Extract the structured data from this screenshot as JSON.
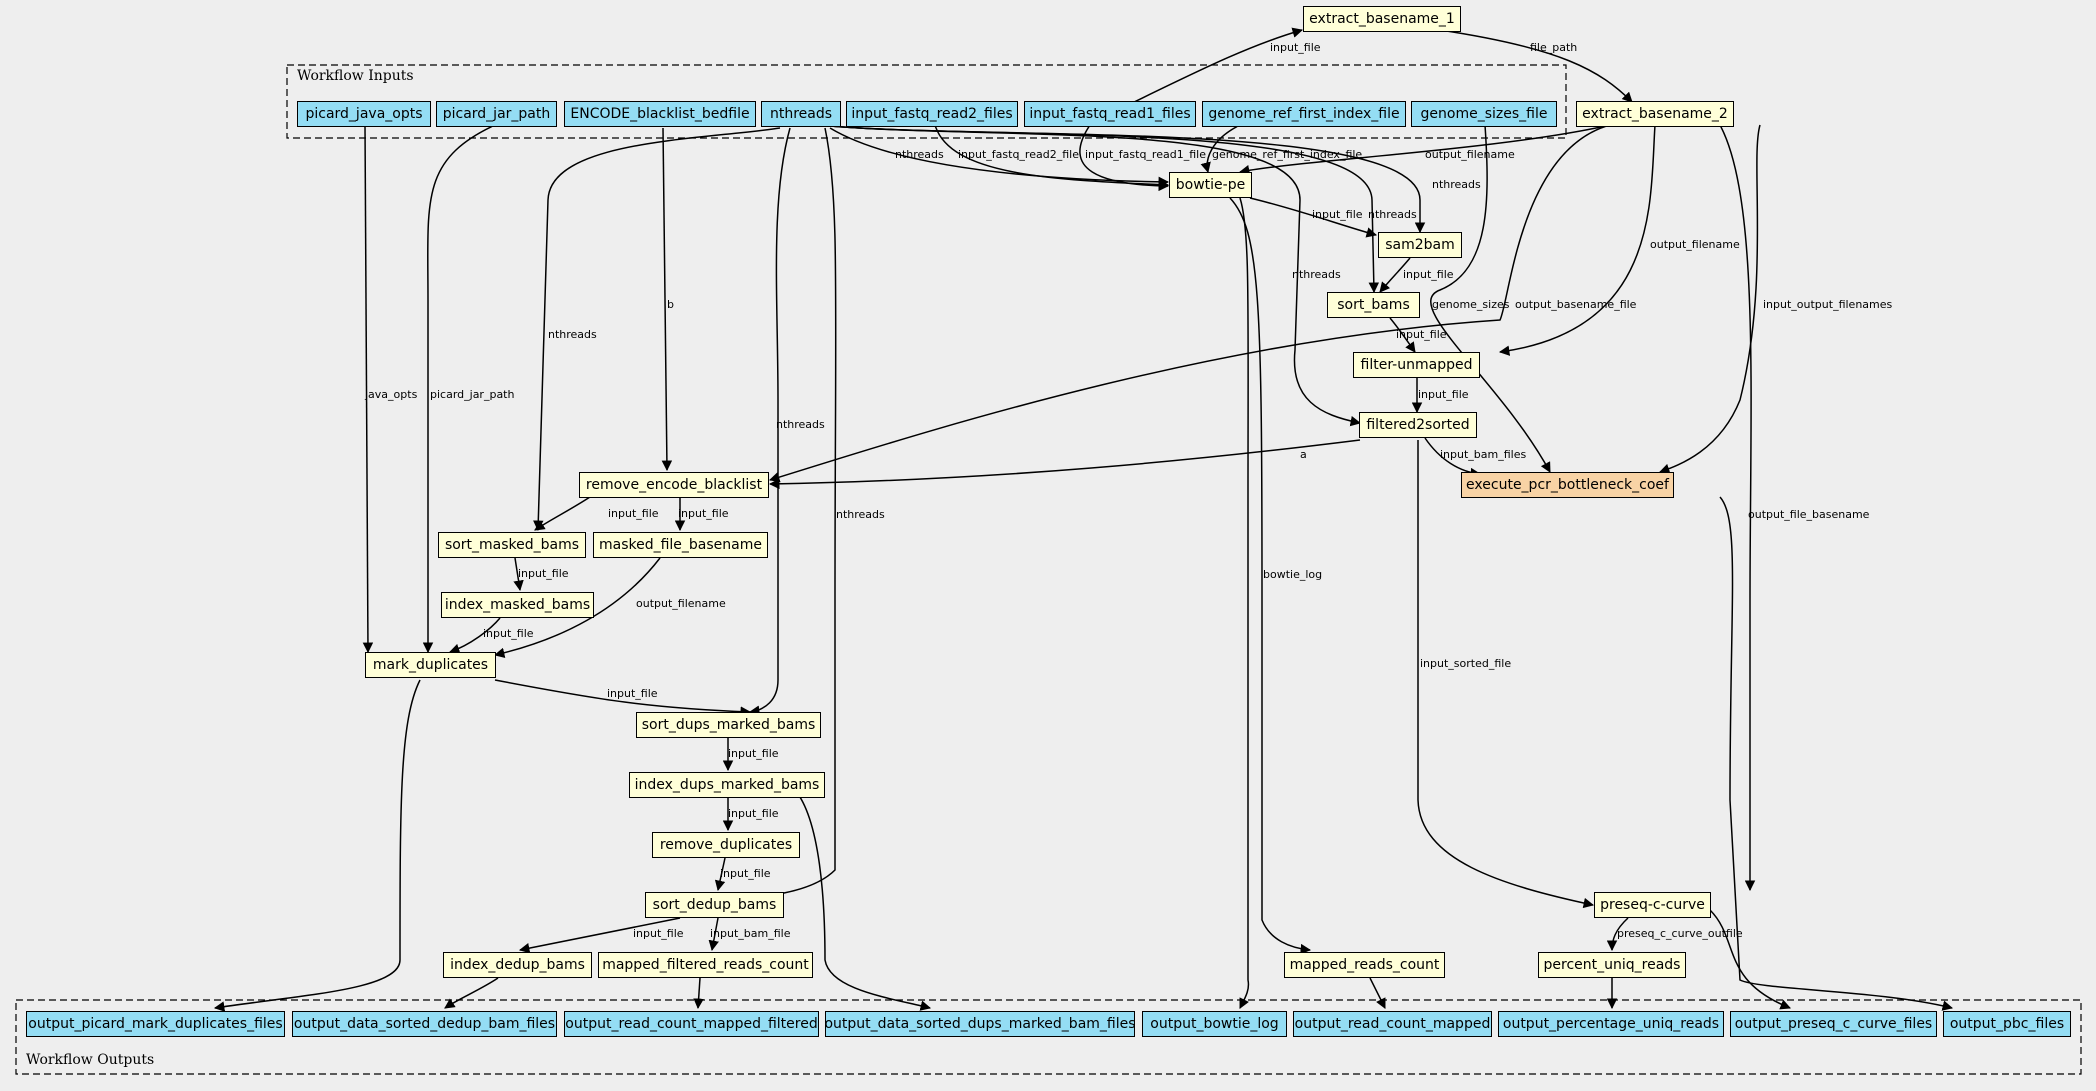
{
  "clusters": {
    "inputs_title": "Workflow Inputs",
    "outputs_title": "Workflow Outputs"
  },
  "inputs": [
    "picard_java_opts",
    "picard_jar_path",
    "ENCODE_blacklist_bedfile",
    "nthreads",
    "input_fastq_read2_files",
    "input_fastq_read1_files",
    "genome_ref_first_index_file",
    "genome_sizes_file"
  ],
  "steps": {
    "extract_basename_1": "extract_basename_1",
    "extract_basename_2": "extract_basename_2",
    "bowtie_pe": "bowtie-pe",
    "sam2bam": "sam2bam",
    "sort_bams": "sort_bams",
    "filter_unmapped": "filter-unmapped",
    "filtered2sorted": "filtered2sorted",
    "execute_pcr_bottleneck_coef": "execute_pcr_bottleneck_coef",
    "remove_encode_blacklist": "remove_encode_blacklist",
    "sort_masked_bams": "sort_masked_bams",
    "masked_file_basename": "masked_file_basename",
    "index_masked_bams": "index_masked_bams",
    "mark_duplicates": "mark_duplicates",
    "sort_dups_marked_bams": "sort_dups_marked_bams",
    "index_dups_marked_bams": "index_dups_marked_bams",
    "remove_duplicates": "remove_duplicates",
    "sort_dedup_bams": "sort_dedup_bams",
    "index_dedup_bams": "index_dedup_bams",
    "mapped_filtered_reads_count": "mapped_filtered_reads_count",
    "mapped_reads_count": "mapped_reads_count",
    "preseq_c_curve": "preseq-c-curve",
    "percent_uniq_reads": "percent_uniq_reads"
  },
  "outputs": [
    "output_picard_mark_duplicates_files",
    "output_data_sorted_dedup_bam_files",
    "output_read_count_mapped_filtered",
    "output_data_sorted_dups_marked_bam_files",
    "output_bowtie_log",
    "output_read_count_mapped",
    "output_percentage_uniq_reads",
    "output_preseq_c_curve_files",
    "output_pbc_files"
  ],
  "edge_labels": [
    "input_file",
    "file_path",
    "nthreads",
    "input_fastq_read2_file",
    "input_fastq_read1_file",
    "genome_ref_first_index_file",
    "output_filename",
    "input_file",
    "nthreads",
    "nthreads",
    "input_file",
    "output_filename",
    "nthreads",
    "genome_sizes",
    "output_basename_file",
    "input_output_filenames",
    "input_file",
    "input_file",
    "nthreads",
    "b",
    "java_opts",
    "picard_jar_path",
    "nthreads",
    "a",
    "input_bam_files",
    "input_file",
    "input_file",
    "input_file",
    "input_file",
    "output_filename",
    "nthreads",
    "bowtie_log",
    "output_file_basename",
    "input_sorted_file",
    "input_file",
    "input_file",
    "input_file",
    "input_file",
    "input_file",
    "input_bam_file",
    "preseq_c_curve_outfile"
  ]
}
